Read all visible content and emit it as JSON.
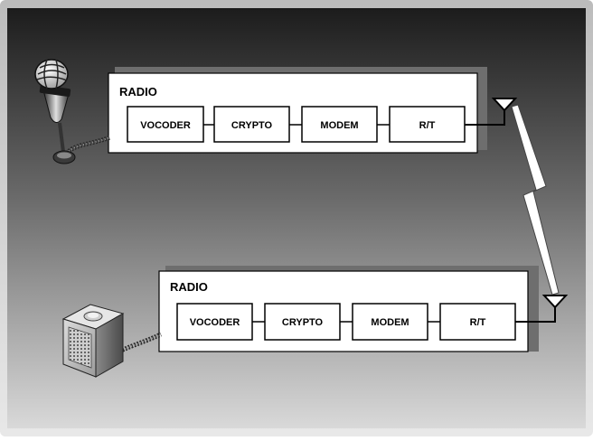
{
  "top_radio": {
    "title": "RADIO",
    "blocks": [
      "VOCODER",
      "CRYPTO",
      "MODEM",
      "R/T"
    ]
  },
  "bottom_radio": {
    "title": "RADIO",
    "blocks": [
      "VOCODER",
      "CRYPTO",
      "MODEM",
      "R/T"
    ]
  },
  "icons": {
    "input_device": "microphone-icon",
    "output_device": "speaker-icon",
    "antenna": "antenna-icon",
    "radio_link": "lightning-link-icon"
  },
  "colors": {
    "background_top": "#1f1f1f",
    "background_bottom": "#d6d6d6",
    "box_fill": "#ffffff",
    "box_shadow": "#6e6e6e",
    "stroke": "#000000"
  }
}
